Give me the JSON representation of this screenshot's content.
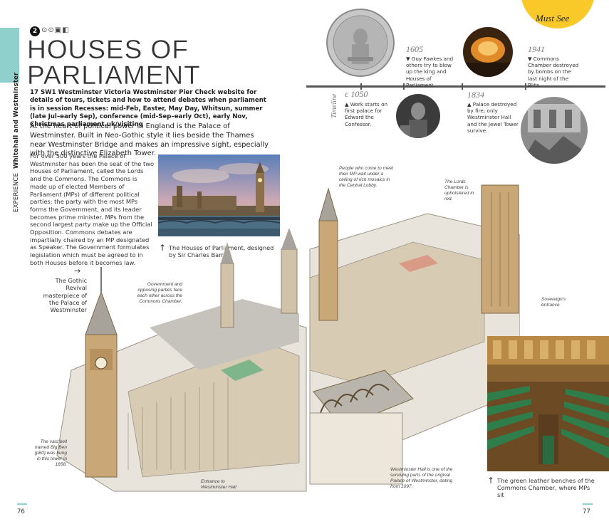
{
  "side": {
    "section": "EXPERIENCE",
    "area": "Whitehall and Westminster"
  },
  "header": {
    "number": "2",
    "title_line1": "HOUSES OF",
    "title_line2": "PARLIAMENT"
  },
  "info": {
    "text": "17  SW1  Westminster  Victoria  Westminster Pier  Check website for details of tours, tickets and how to attend debates when parliament is in session  Recesses: mid-Feb, Easter, May Day, Whitsun, summer (late Jul–early Sep), conference (mid-Sep–early Oct), early Nov, Christmas  parliament.uk/visiting"
  },
  "intro": "At the heart of political power in England is the Palace of Westminster. Built in Neo-Gothic style it lies beside the Thames near Westminster Bridge and makes an impressive sight, especially with the distinctive Elizabeth Tower.",
  "body": "For over 500 years the Palace of Westminster has been the seat of the two Houses of Parliament, called the Lords and the Commons. The Commons is made up of elected Members of Parliament (MPs) of different political parties; the party with the most MPs forms the Government, and its leader becomes prime minister. MPs from the second largest party make up the Official Opposition. Commons debates are impartially chaired by an MP designated as Speaker. The Government formulates legislation which must be agreed to in both Houses before it becomes law.",
  "photo1_caption": "The Houses of Parliament, designed by Sir Charles Barry",
  "gothic_caption": "The Gothic Revival masterpiece of the Palace of Westminster",
  "callouts": {
    "government": "Government and opposing parties face each other across the Commons Chamber.",
    "people": "People who come to meet their MP wait under a ceiling of rich mosaics in the Central Lobby.",
    "lords": "The Lords Chamber is upholstered in red.",
    "sovereign": "Sovereign's entrance",
    "bigben": "The vast bell named Big Ben (p80) was hung in this tower in 1858.",
    "entrance": "Entrance to Westminster Hall",
    "hall": "Westminster Hall is one of the surviving parts of the original Palace of Westminster, dating from 1097."
  },
  "must_see": "Must See",
  "timeline": {
    "label": "Timeline",
    "events": [
      {
        "year": "c 1050",
        "text": "▲ Work starts on first palace for Edward the Confessor."
      },
      {
        "year": "1605",
        "text": "▼ Guy Fawkes and others try to blow up the king and Houses of Parliament."
      },
      {
        "year": "1834",
        "text": "▲ Palace destroyed by fire; only Westminster Hall and the Jewel Tower survive."
      },
      {
        "year": "1941",
        "text": "▼ Commons Chamber destroyed by bombs on the last night of the Blitz."
      }
    ]
  },
  "photo2_caption": "The green leather benches of the Commons Chamber, where MPs sit",
  "pages": {
    "left": "76",
    "right": "77"
  },
  "colors": {
    "accent": "#8fcfcc",
    "must_see": "#f9c829",
    "stone": "#e8e4dc"
  }
}
